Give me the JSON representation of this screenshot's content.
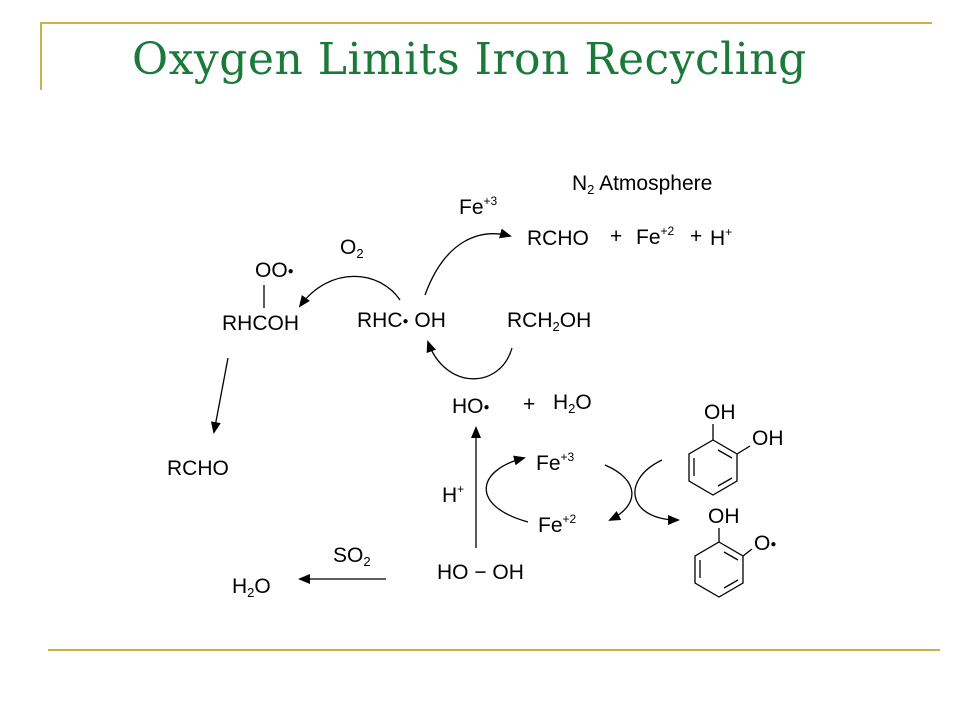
{
  "slide": {
    "title": "Oxygen Limits Iron Recycling"
  },
  "colors": {
    "title": "#1b7a3a",
    "decor_line": "#c8b24a",
    "ink": "#000000"
  },
  "labels": {
    "n2_atmosphere": {
      "pre": "N",
      "sub": "2",
      "post": " Atmosphere"
    },
    "fe3_top": {
      "pre": "Fe",
      "sup": "+3"
    },
    "product_rcho": "RCHO",
    "plus_1": "+",
    "product_fe2": {
      "pre": "Fe",
      "sup": "+2"
    },
    "plus_2": "+",
    "product_h": {
      "pre": "H",
      "sup": "+"
    },
    "o2": {
      "pre": "O",
      "sub": "2"
    },
    "peroxy_oo": "OO",
    "peroxy_rhcoh": "RHCOH",
    "radical_rhc": "RHC",
    "radical_oh": "OH",
    "rch2oh": {
      "pre": "RCH",
      "sub": "2",
      "post": "OH"
    },
    "rcho_left": "RCHO",
    "hydroxyl_ho": "HO",
    "plus_3": "+",
    "water": {
      "pre": "H",
      "sub": "2",
      "post": "O"
    },
    "h_plus": {
      "pre": "H",
      "sup": "+"
    },
    "fe3_mid": {
      "pre": "Fe",
      "sup": "+3"
    },
    "fe2_mid": {
      "pre": "Fe",
      "sup": "+2"
    },
    "so2": {
      "pre": "SO",
      "sub": "2"
    },
    "water_left": {
      "pre": "H",
      "sub": "2",
      "post": "O"
    },
    "peroxide": "HO − OH",
    "catechol_oh1": "OH",
    "catechol_oh2": "OH",
    "semiq_oh": "OH",
    "semiq_o": "O"
  }
}
